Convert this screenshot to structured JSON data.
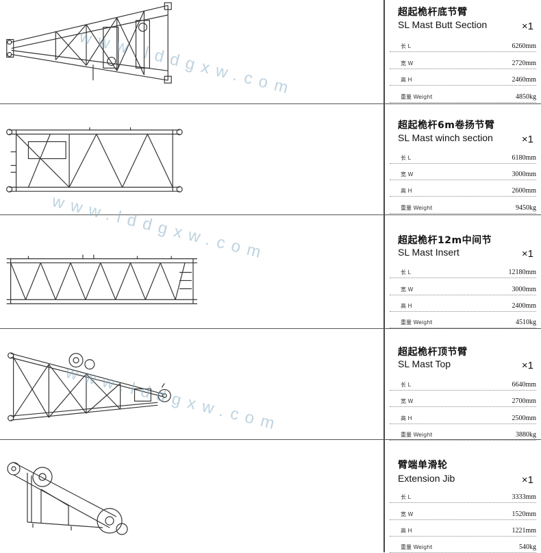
{
  "items": [
    {
      "title_cn": "超起桅杆底节臂",
      "title_en": "SL Mast Butt Section",
      "qty": "×1",
      "specs": [
        {
          "label": "长 L",
          "value": "6260mm"
        },
        {
          "label": "宽 W",
          "value": "2720mm"
        },
        {
          "label": "高 H",
          "value": "2460mm"
        },
        {
          "label": "重量 Weight",
          "value": "4850kg"
        }
      ]
    },
    {
      "title_cn": "超起桅杆6m卷扬节臂",
      "title_en": "SL Mast winch section",
      "qty": "×1",
      "specs": [
        {
          "label": "长 L",
          "value": "6180mm"
        },
        {
          "label": "宽 W",
          "value": "3000mm"
        },
        {
          "label": "高 H",
          "value": "2600mm"
        },
        {
          "label": "重量 Weight",
          "value": "9450kg"
        }
      ]
    },
    {
      "title_cn": "超起桅杆12m中间节",
      "title_en": "SL Mast Insert",
      "qty": "×1",
      "specs": [
        {
          "label": "长 L",
          "value": "12180mm"
        },
        {
          "label": "宽 W",
          "value": "3000mm"
        },
        {
          "label": "高 H",
          "value": "2400mm"
        },
        {
          "label": "重量 Weight",
          "value": "4510kg"
        }
      ]
    },
    {
      "title_cn": "超起桅杆顶节臂",
      "title_en": "SL Mast Top",
      "qty": "×1",
      "specs": [
        {
          "label": "长 L",
          "value": "6640mm"
        },
        {
          "label": "宽 W",
          "value": "2700mm"
        },
        {
          "label": "高 H",
          "value": "2500mm"
        },
        {
          "label": "重量 Weight",
          "value": "3880kg"
        }
      ]
    },
    {
      "title_cn": "臂端单滑轮",
      "title_en": "Extension Jib",
      "qty": "×1",
      "specs": [
        {
          "label": "长 L",
          "value": "3333mm"
        },
        {
          "label": "宽 W",
          "value": "1520mm"
        },
        {
          "label": "高 H",
          "value": "1221mm"
        },
        {
          "label": "重量 Weight",
          "value": "540kg"
        }
      ]
    }
  ],
  "watermark": {
    "text": "www.lddgxw.com"
  }
}
